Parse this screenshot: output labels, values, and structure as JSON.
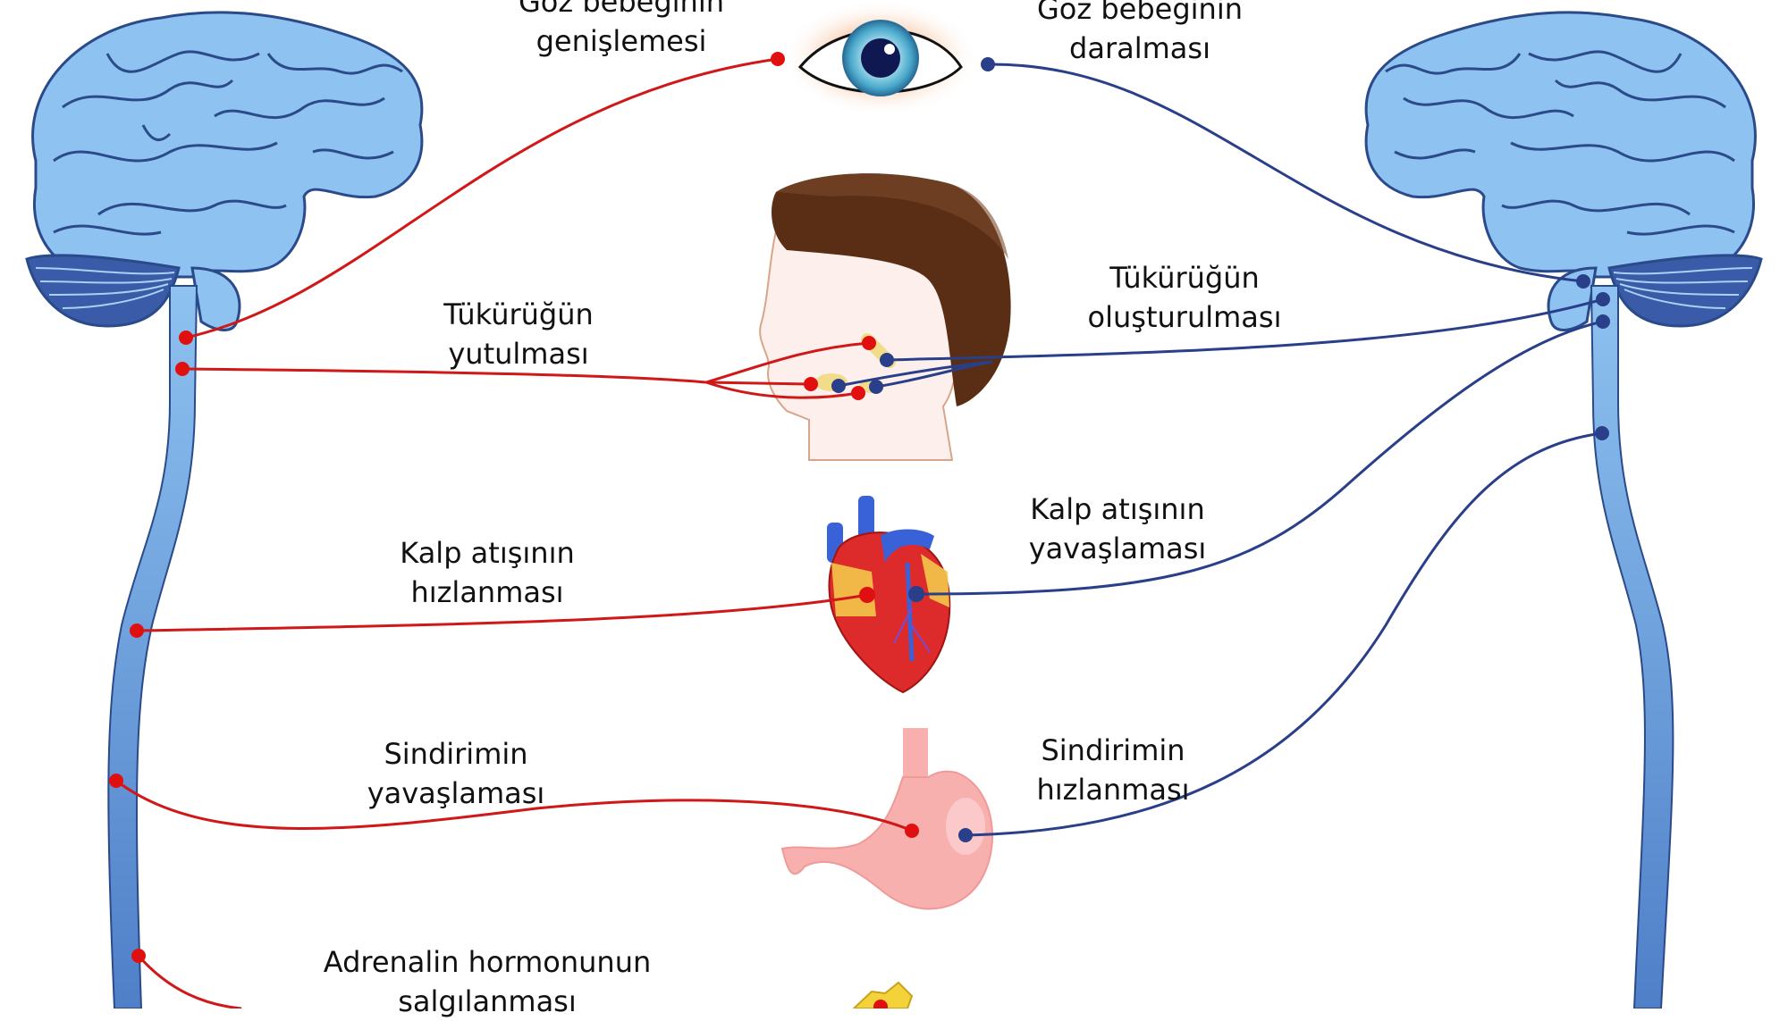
{
  "title": "Autonomic nervous system: sympathetic vs parasympathetic effects",
  "colors": {
    "sympathetic": "#e01010",
    "parasympathetic": "#2a3f8a",
    "brain_fill": "#8ec2f0",
    "brain_stroke": "#2a4a8a",
    "spinal_cord": "#5f8fd4",
    "hair": "#5a2e14",
    "skin": "#fdf0ec",
    "stomach": "#f7b0ae",
    "heart": "#dd2a2a",
    "gland": "#f3c84a"
  },
  "sympathetic_side": {
    "name": "sympathetic",
    "labels": [
      {
        "id": "pupil",
        "line1": "Göz bebeğinin",
        "line2": "genişlemesi"
      },
      {
        "id": "saliva",
        "line1": "Tükürüğün",
        "line2": "yutulması"
      },
      {
        "id": "heart",
        "line1": "Kalp atışının",
        "line2": "hızlanması"
      },
      {
        "id": "digestion",
        "line1": "Sindirimin",
        "line2": "yavaşlaması"
      },
      {
        "id": "adrenaline",
        "line1": "Adrenalin hormonunun",
        "line2": "salgılanması"
      }
    ]
  },
  "parasympathetic_side": {
    "name": "parasympathetic",
    "labels": [
      {
        "id": "pupil",
        "line1": "Göz bebeğinin",
        "line2": "daralması"
      },
      {
        "id": "saliva",
        "line1": "Tükürüğün",
        "line2": "oluşturulması"
      },
      {
        "id": "heart",
        "line1": "Kalp atışının",
        "line2": "yavaşlaması"
      },
      {
        "id": "digestion",
        "line1": "Sindirimin",
        "line2": "hızlanması"
      }
    ]
  },
  "organs": [
    {
      "id": "eye",
      "icon": "eye-icon"
    },
    {
      "id": "head",
      "icon": "head-profile-icon"
    },
    {
      "id": "heart",
      "icon": "heart-icon"
    },
    {
      "id": "stomach",
      "icon": "stomach-icon"
    },
    {
      "id": "adrenal",
      "icon": "adrenal-gland-icon"
    }
  ]
}
